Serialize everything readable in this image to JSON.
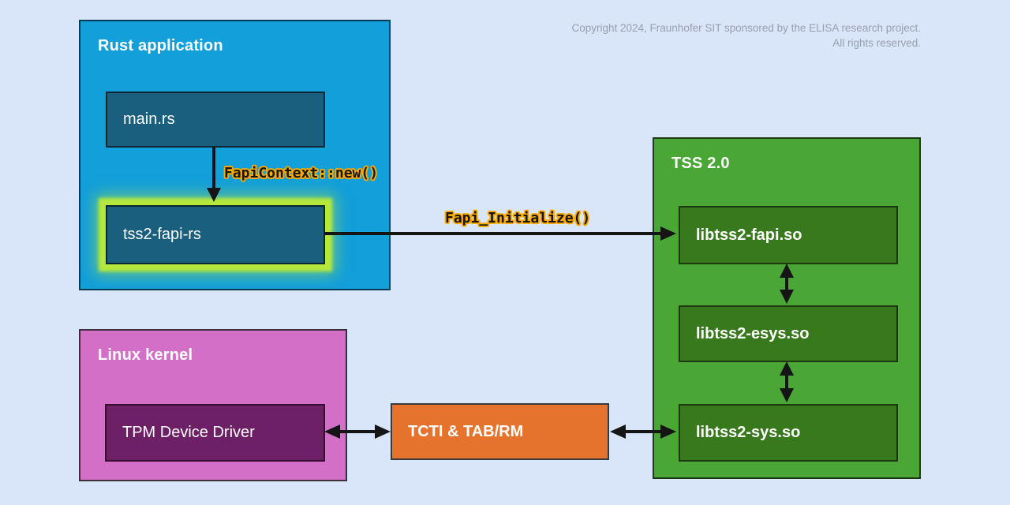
{
  "copyright": {
    "line1": "Copyright 2024, Fraunhofer SIT sponsored by the ELISA research project.",
    "line2": "All rights reserved."
  },
  "groups": {
    "rust": {
      "title": "Rust application",
      "nodes": {
        "main_rs": "main.rs",
        "tss2_fapi_rs": "tss2-fapi-rs"
      }
    },
    "kernel": {
      "title": "Linux kernel",
      "nodes": {
        "tpm_driver": "TPM Device Driver"
      }
    },
    "tss": {
      "title": "TSS 2.0",
      "nodes": {
        "libtss2_fapi": "libtss2-fapi.so",
        "libtss2_esys": "libtss2-esys.so",
        "libtss2_sys": "libtss2-sys.so"
      }
    }
  },
  "nodes": {
    "tcti": "TCTI & TAB/RM"
  },
  "edge_labels": {
    "fapi_context_new": "FapiContext::new()",
    "fapi_initialize": "Fapi_Initialize()"
  },
  "colors": {
    "background": "#D9E5F8",
    "rust_fill": "#129FDA",
    "rust_border": "#0A3A55",
    "inner_blue_fill": "#1A5F7E",
    "inner_blue_border": "#0D2733",
    "tss_fill": "#4AA635",
    "green_inner_fill": "#39791E",
    "green_border": "#1C3A0E",
    "kernel_fill": "#D46FC8",
    "kernel_border": "#3A2F3A",
    "tpm_fill": "#6E2066",
    "tpm_border": "#380F33",
    "tcti_fill": "#E6732D",
    "tcti_border": "#3A3A3A",
    "highlight_glow": "#B6E83B",
    "label_text": "#FFFFFF",
    "function_text": "#141414",
    "function_outline": "#F9A900",
    "arrow": "#151515",
    "copyright_text": "#9AA1AC"
  }
}
